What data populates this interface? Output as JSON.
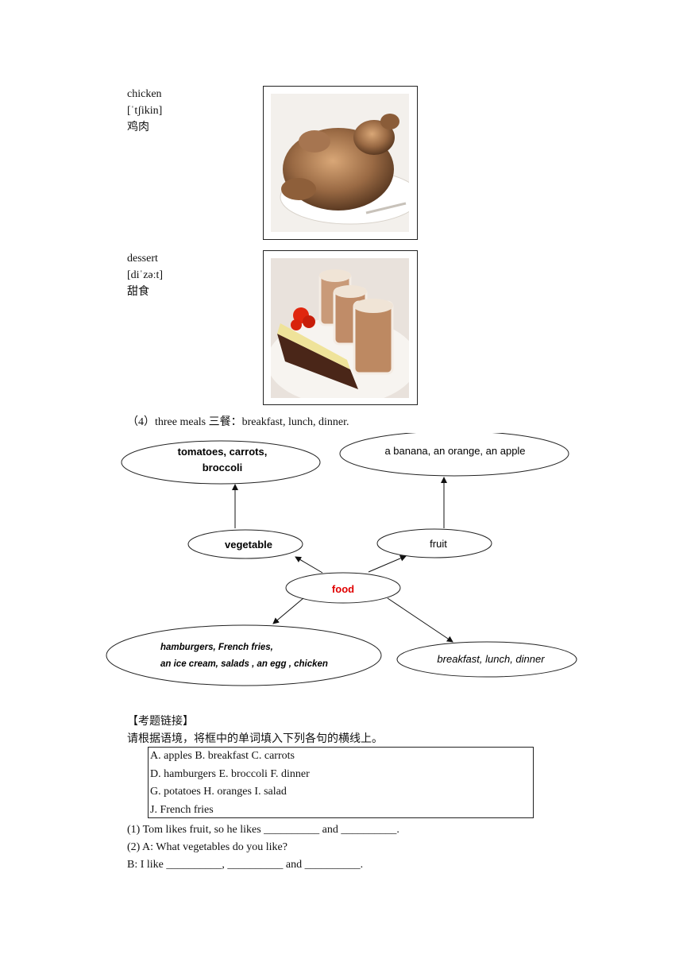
{
  "vocab": [
    {
      "word": "chicken",
      "phonetic": "[ˈtʃikin]",
      "meaning": "鸡肉",
      "image_icon": "roast-chicken"
    },
    {
      "word": "dessert",
      "phonetic": "[diˈzəːt]",
      "meaning": "甜食",
      "image_icon": "dessert-cake-and-shakes"
    }
  ],
  "section4": "（4）three meals  三餐：breakfast, lunch, dinner.",
  "mindmap": {
    "center": "food",
    "center_color": "#e00000",
    "vegetable": "vegetable",
    "vegetable_examples": [
      "tomatoes, carrots,",
      "broccoli"
    ],
    "fruit": "fruit",
    "fruit_examples": "a banana, an orange, an apple",
    "other_foods": [
      "hamburgers, French fries,",
      "an ice cream, salads , an egg , chicken"
    ],
    "meals": "breakfast, lunch, dinner"
  },
  "exam": {
    "heading": "【考题链接】",
    "instruction": "请根据语境，将框中的单词填入下列各句的横线上。",
    "box_lines": [
      "A. apples B. breakfast C. carrots",
      "D. hamburgers E. broccoli F. dinner",
      "G. potatoes H. oranges I. salad",
      "J. French fries"
    ],
    "questions": [
      "(1) Tom likes fruit, so he likes __________ and __________.",
      "(2) A: What vegetables do you like?",
      "B: I like __________, __________ and __________."
    ]
  }
}
